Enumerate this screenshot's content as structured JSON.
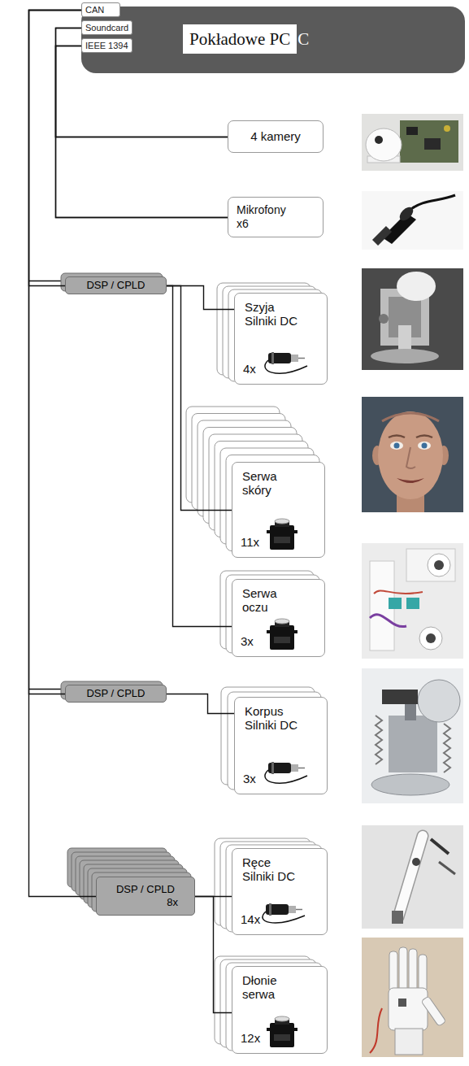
{
  "diagram": {
    "nodes": [
      {
        "text": [
          "Pokładowe PC"
        ]
      },
      {
        "text": [
          "CAN"
        ]
      },
      {
        "text": [
          "Soundcard"
        ]
      },
      {
        "text": [
          "IEEE 1394"
        ]
      },
      {
        "text": [
          "4 kamery"
        ]
      },
      {
        "text": [
          "Mikrofony x6"
        ]
      },
      {
        "text": [
          "DSP / CPLD"
        ]
      },
      {
        "text": [
          "Szyja Silniki DC",
          "4x"
        ]
      },
      {
        "text": [
          "Serwa skóry",
          "11x"
        ]
      },
      {
        "text": [
          "Serwa oczu",
          "3x"
        ]
      },
      {
        "text": [
          "DSP / CPLD"
        ]
      },
      {
        "text": [
          "Korpus Silniki DC",
          "3x"
        ]
      },
      {
        "text": [
          "DSP / CPLD",
          "8x"
        ]
      },
      {
        "text": [
          "Ręce Silniki DC",
          "14x"
        ]
      },
      {
        "text": [
          "Dłonie serwa",
          "12x"
        ]
      }
    ],
    "edges": [
      {
        "from": 1,
        "to": 6,
        "arrow": "none"
      },
      {
        "from": 1,
        "to": 10,
        "arrow": "none"
      },
      {
        "from": 1,
        "to": 12,
        "arrow": "none"
      },
      {
        "from": 2,
        "to": 4,
        "arrow": "none"
      },
      {
        "from": 2,
        "to": 5,
        "arrow": "none"
      },
      {
        "from": 3,
        "to": 4,
        "arrow": "none"
      },
      {
        "from": 3,
        "to": 5,
        "arrow": "none"
      },
      {
        "from": 6,
        "to": 7,
        "arrow": "none"
      },
      {
        "from": 6,
        "to": 8,
        "arrow": "none"
      },
      {
        "from": 6,
        "to": 9,
        "arrow": "none"
      },
      {
        "from": 10,
        "to": 11,
        "arrow": "none"
      },
      {
        "from": 12,
        "to": 13,
        "arrow": "none"
      },
      {
        "from": 12,
        "to": 14,
        "arrow": "none"
      }
    ],
    "labels": [
      "C"
    ]
  }
}
